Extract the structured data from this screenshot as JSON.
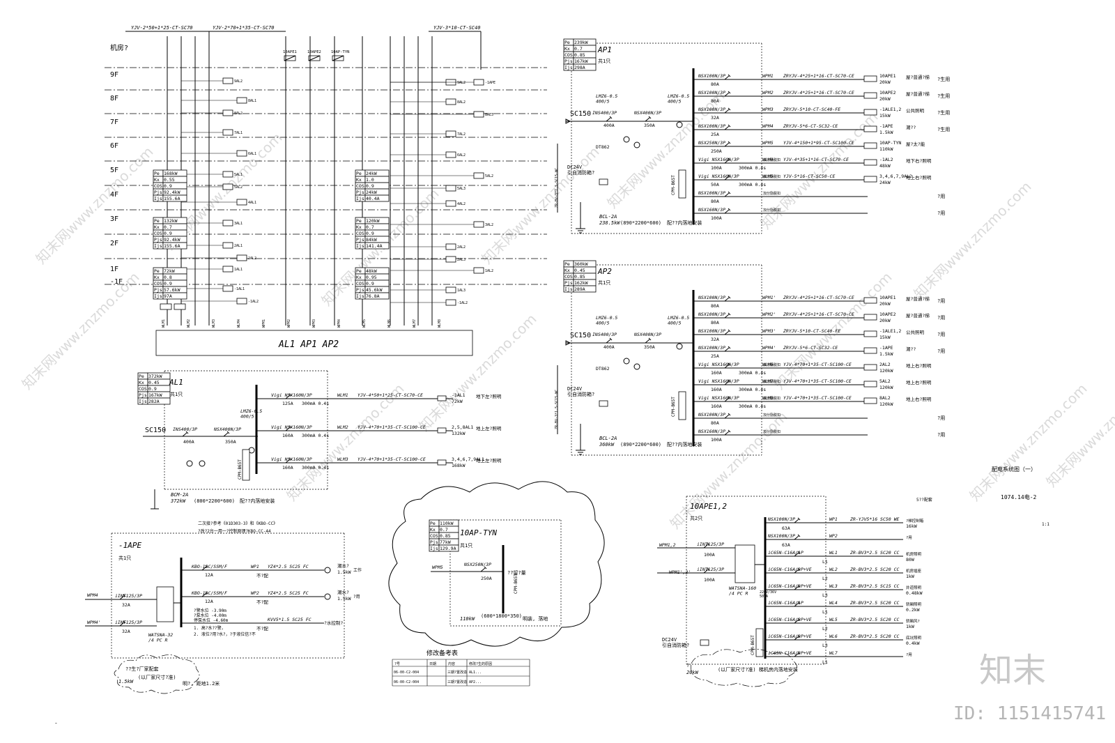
{
  "riser": {
    "floors": [
      "机房?",
      "9F",
      "8F",
      "7F",
      "6F",
      "5F",
      "4F",
      "3F",
      "2F",
      "1F",
      "-1F"
    ],
    "top_cables": [
      "YJV-2*50+1*25-CT-SC70",
      "YJV-2*70+1*35-CT-SC70",
      "YJV-3*10-CT-SC40"
    ],
    "top_targets": [
      "10APE1",
      "10APE2",
      "10AP-TYN"
    ],
    "bus_label": "AL1   AP1   AP2",
    "left_calc_5f": [
      [
        "Pe",
        "168kW"
      ],
      [
        "Kx",
        "0.55"
      ],
      [
        "COS",
        "0.9"
      ],
      [
        "Pjs",
        "92.4kW"
      ],
      [
        "Ijs",
        "155.6A"
      ]
    ],
    "left_calc_3f": [
      [
        "Pe",
        "132kW"
      ],
      [
        "Kx",
        "0.7"
      ],
      [
        "COS",
        "0.9"
      ],
      [
        "Pjs",
        "92.4kW"
      ],
      [
        "Ijs",
        "155.6A"
      ]
    ],
    "left_calc_1f": [
      [
        "Pe",
        "72kW"
      ],
      [
        "Kx",
        "0.8"
      ],
      [
        "COS",
        "0.9"
      ],
      [
        "Pjs",
        "57.6kW"
      ],
      [
        "Ijs",
        "97A"
      ]
    ],
    "right_calc_5f": [
      [
        "Pe",
        "24kW"
      ],
      [
        "Kx",
        "1.0"
      ],
      [
        "COS",
        "0.9"
      ],
      [
        "Pjs",
        "24kW"
      ],
      [
        "Ijs",
        "40.4A"
      ]
    ],
    "right_calc_3f": [
      [
        "Pe",
        "120kW"
      ],
      [
        "Kx",
        "0.7"
      ],
      [
        "COS",
        "0.9"
      ],
      [
        "Pjs",
        "84kW"
      ],
      [
        "Ijs",
        "141.4A"
      ]
    ],
    "right_calc_1f": [
      [
        "Pe",
        "48kW"
      ],
      [
        "Kx",
        "0.95"
      ],
      [
        "COS",
        "0.9"
      ],
      [
        "Pjs",
        "45.6kW"
      ],
      [
        "Ijs",
        "76.8A"
      ]
    ],
    "left_boxes": [
      "9AL2",
      "8AL1",
      "8AL2",
      "7AL1",
      "6AL1",
      "5AL1",
      "5AL2",
      "4AL1",
      "3AL1",
      "2AL1",
      "2AL2",
      "1AL1",
      "-1AL1",
      "-1AL2"
    ],
    "right_boxes": [
      "9AL2",
      "8AL2",
      "8AL3",
      "7AL2",
      "6AL2",
      "5AL2",
      "5AL3",
      "4AL2",
      "3AL2",
      "2AL2",
      "2AL3",
      "1AL2",
      "1AL3",
      "-1AL2",
      "-1APE"
    ],
    "feeder_tags": [
      "WLM1",
      "WLM2",
      "WLM3",
      "WLM4",
      "WPM1",
      "WPM2",
      "WPM3",
      "WPM4",
      "WLM5",
      "WLM6",
      "WLM7",
      "WLM8"
    ]
  },
  "ap1": {
    "title": "AP1",
    "qty": "共1只",
    "calc": [
      [
        "Pe",
        "239kW"
      ],
      [
        "Kx",
        "0.7"
      ],
      [
        "COS",
        "0.85"
      ],
      [
        "Pjs",
        "167kW"
      ],
      [
        "Ijs",
        "298A"
      ]
    ],
    "incomer": "SC150",
    "ct": "LMZ6-0.5\n400/5",
    "main_sw": "INS400/3P",
    "main_sw_rating": "400A",
    "main_cb": "NSX400N/3P",
    "main_cb_rating": "350A",
    "meter": "DT862",
    "fire_sig": "DC24V\n引自消防箱?",
    "cabinet": "BCL-2A",
    "cabinet_power": "238.5kW",
    "cabinet_size": "(890*2200*600)",
    "install": "配??内落地安装",
    "spd": "CPM-B65T",
    "circuits": [
      {
        "cb": "NSX100N/3P",
        "rating": "80A",
        "tag": "WPM1",
        "cable": "ZRYJV-4*25+1*16-CT-SC70-CE",
        "target": "10APE1",
        "kw": "20kW",
        "note": "屋?普通?梯",
        "use": "?生用"
      },
      {
        "cb": "NSX100N/3P",
        "rating": "80A",
        "tag": "WPM2",
        "cable": "ZRYJV-4*25+1*16-CT-SC70-CE",
        "target": "10APE2",
        "kw": "20kW",
        "note": "屋?普通?梯",
        "use": "?生用"
      },
      {
        "cb": "NSX100N/3P",
        "rating": "32A",
        "tag": "WPM3",
        "cable": "ZRYJV-5*10-CT-SC40-FE",
        "target": "-1ALE1,2",
        "kw": "15kW",
        "note": "公共照明",
        "use": "?生用"
      },
      {
        "cb": "NSX100N/3P",
        "rating": "25A",
        "tag": "WPM4",
        "cable": "ZRYJV-5*6-CT-SC32-CE",
        "target": "-1APE",
        "kw": "1.5kW",
        "note": "潮??",
        "use": "?生用"
      },
      {
        "cb": "NSX250N/3P",
        "rating": "250A",
        "tag": "WPM5",
        "cable": "YJV-4*150+1*95-CT-SC100-CE",
        "target": "10AP-TYN",
        "kw": "110kW",
        "note": "屋?太?能",
        "use": ""
      },
      {
        "cb": "Vigi NSX160N/3P",
        "rating": "100A",
        "tag": "WLM4",
        "cable": "YJV-4*35+1*16-CT-SC70-CE",
        "target": "-1AL2",
        "kw": "48kW",
        "note": "地下右?照明",
        "use": ""
      },
      {
        "cb": "Vigi NSX160N/3P",
        "rating": "50A",
        "tag": "WLM5",
        "cable": "YJV-5*16-CT-SC50-CE",
        "target": "3,4,6,7,9AL2",
        "kw": "24kW",
        "note": "地上右?照明",
        "use": ""
      },
      {
        "cb": "NSX100N/3P",
        "rating": "80A",
        "tag": "",
        "cable": "",
        "target": "",
        "kw": "",
        "note": "",
        "use": "?用"
      },
      {
        "cb": "NSX160N/3P",
        "rating": "100A",
        "tag": "",
        "cable": "",
        "target": "",
        "kw": "",
        "note": "",
        "use": "?用"
      }
    ],
    "rcd": "300mA  0.4s",
    "shunt": "加分励脱扣"
  },
  "ap2": {
    "title": "AP2",
    "qty": "共1只",
    "calc": [
      [
        "Pe",
        "360kW"
      ],
      [
        "Kx",
        "0.45"
      ],
      [
        "COS",
        "0.85"
      ],
      [
        "Pjs",
        "162kW"
      ],
      [
        "Ijs",
        "289A"
      ]
    ],
    "incomer": "SC150",
    "ct": "LMZ6-0.5\n400/5",
    "main_sw": "INS400/3P",
    "main_sw_rating": "400A",
    "main_cb": "NSX400N/3P",
    "main_cb_rating": "350A",
    "meter": "DT862",
    "fire_sig": "DC24V\n引自消防箱?",
    "cabinet": "BCL-2A",
    "cabinet_power": "360kW",
    "cabinet_size": "(890*2200*600)",
    "install": "配??内落地安装",
    "spd": "CPM-B65T",
    "circuits": [
      {
        "cb": "NSX100N/3P",
        "rating": "80A",
        "tag": "WPM1'",
        "cable": "ZRYJV-4*25+1*16-CT-SC70-CE",
        "target": "10APE1",
        "kw": "20kW",
        "note": "屋?普通?梯",
        "use": "?用"
      },
      {
        "cb": "NSX100N/3P",
        "rating": "80A",
        "tag": "WPM2'",
        "cable": "ZRYJV-4*25+1*16-CT-SC70-CE",
        "target": "10APE2",
        "kw": "20kW",
        "note": "屋?普通?梯",
        "use": "?用"
      },
      {
        "cb": "NSX100N/3P",
        "rating": "32A",
        "tag": "WPM3'",
        "cable": "ZRYJV-5*10-CT-SC40-FE",
        "target": "-1ALE1,2",
        "kw": "15kW",
        "note": "公共照明",
        "use": "?用"
      },
      {
        "cb": "NSX100N/3P",
        "rating": "25A",
        "tag": "WPM4'",
        "cable": "ZRYJV-5*6-CT-SC32-CE",
        "target": "-1APE",
        "kw": "1.5kW",
        "note": "潮??",
        "use": "?用"
      },
      {
        "cb": "Vigi NSX160N/3P",
        "rating": "160A",
        "tag": "WLM6",
        "cable": "YJV-4*70+1*35-CT-SC100-CE",
        "target": "2AL2",
        "kw": "120kW",
        "note": "地上右?照明",
        "use": ""
      },
      {
        "cb": "Vigi NSX160N/3P",
        "rating": "160A",
        "tag": "WLM7",
        "cable": "YJV-4*70+1*35-CT-SC100-CE",
        "target": "5AL2",
        "kw": "120kW",
        "note": "地上右?照明",
        "use": ""
      },
      {
        "cb": "Vigi NSX160N/3P",
        "rating": "160A",
        "tag": "WLM8",
        "cable": "YJV-4*70+1*35-CT-SC100-CE",
        "target": "8AL2",
        "kw": "120kW",
        "note": "地上右?照明",
        "use": ""
      },
      {
        "cb": "NSX100N/3P",
        "rating": "80A",
        "tag": "",
        "cable": "",
        "target": "",
        "kw": "",
        "note": "",
        "use": "?用"
      },
      {
        "cb": "NSX160N/3P",
        "rating": "100A",
        "tag": "",
        "cable": "",
        "target": "",
        "kw": "",
        "note": "",
        "use": "?用"
      }
    ],
    "rcd": "300mA  0.4s",
    "shunt": "加分励脱扣"
  },
  "al1": {
    "title": "AL1",
    "qty": "共1只",
    "calc": [
      [
        "Pe",
        "372kW"
      ],
      [
        "Kx",
        "0.45"
      ],
      [
        "COS",
        "0.9"
      ],
      [
        "Pjs",
        "167kW"
      ],
      [
        "Ijs",
        "282A"
      ]
    ],
    "incomer": "SC150",
    "ct": "LMZ6-0.5\n400/5",
    "main_sw": "INS400/3P",
    "main_sw_rating": "400A",
    "main_cb": "NSX400N/3P",
    "main_cb_rating": "350A",
    "spd": "CPM-B65T",
    "cabinet": "BCM-2A",
    "cabinet_power": "372kW",
    "cabinet_size": "(800*2200*600)",
    "install": "配??内落地安装",
    "rcd": "300mA  0.4s",
    "circuits": [
      {
        "cb": "Vigi NSX160N/3P",
        "rating": "125A",
        "tag": "WLM1",
        "cable": "YJV-4*50+1*25-CT-SC70-CE",
        "target": "-1AL1",
        "kw": "72kW",
        "note": "地下左?照明"
      },
      {
        "cb": "Vigi NSX160N/3P",
        "rating": "160A",
        "tag": "WLM2",
        "cable": "YJV-4*70+1*35-CT-SC100-CE",
        "target": "2,5,8AL1",
        "kw": "132kW",
        "note": "地上左?照明"
      },
      {
        "cb": "Vigi NSX160N/3P",
        "rating": "160A",
        "tag": "WLM3",
        "cable": "YJV-4*70+1*35-CT-SC100-CE",
        "target": "3,4,6,7,9AL1",
        "kw": "168kW",
        "note": "地上左?照明"
      }
    ]
  },
  "ape": {
    "title": "-1APE",
    "qty": "共1只",
    "feeders_in": [
      "WPM4",
      "WPM4'"
    ],
    "in_cb": "iINT125/3P",
    "in_rating": "32A",
    "ats": "WATSNA-32\n/4 PC R",
    "top_notes": [
      "二次接?参考《01D303-3》和《KBO-CC》",
      "?改?2台一用一?控制原理?KBO-CC-44"
    ],
    "circuits": [
      {
        "cb": "KBO-12C/SSM/F",
        "rating": "12A",
        "tag": "WP1",
        "cable": "YZ4*2.5  SC25  FC",
        "kw": "1.5kW",
        "note": "潮水?",
        "use": "工作"
      },
      {
        "cb": "KBO-12C/SSM/F",
        "rating": "12A",
        "tag": "WP2",
        "cable": "YZ4*2.5  SC25  FC",
        "kw": "1.5kW",
        "note": "潮水?",
        "use": "?用"
      },
      {
        "cb": "",
        "rating": "",
        "tag": "",
        "cable": "KVV5*1.5  SC25  FC",
        "kw": "",
        "note": "?水控制?",
        "use": ""
      }
    ],
    "levels": [
      "?警水位   -3.90m",
      "?泵水位   -4.00m",
      "停泵水位   -4.60m"
    ],
    "notes": [
      "1. 高?水??警，",
      "2. 液位?用?水?，?于液位信?不"
    ],
    "cloud_text": [
      "??生?厂家配套",
      "(以厂家尺寸?准)"
    ],
    "power": "1.5kW",
    "install": "明?, 距地1.2米"
  },
  "tyn": {
    "title": "10AP-TYN",
    "qty": "共1只",
    "calc": [
      [
        "Pe",
        "110kW"
      ],
      [
        "Kx",
        "0.7"
      ],
      [
        "COS",
        "0.85"
      ],
      [
        "Pjs",
        "77kW"
      ],
      [
        "Ijs",
        "129.9A"
      ]
    ],
    "feeder": "WPM5",
    "cb": "NSX250N/3P",
    "rating": "250A",
    "note": "??留?量",
    "power": "110kW",
    "size": "(600*1800*350)",
    "install": "明装, 落地",
    "spd": "CPM-B65T"
  },
  "ape12": {
    "title": "10APE1,2",
    "qty": "共2只",
    "feeders_in": [
      "WPM1,2",
      "WPM1',2'"
    ],
    "in_cb": "iINT125/3P",
    "in_rating": "100A",
    "ats": "WATSNA-160\n/4 PC R",
    "fire_sig": "DC24V\n引自消防箱?",
    "spd": "CPM-B65T",
    "install": "(以厂家尺寸?准) 梯机房内落地安装",
    "power": "20kW",
    "header_note": "5??配套",
    "circuits": [
      {
        "cb": "NSX100N/3P",
        "rating": "63A",
        "tag": "WP1",
        "cable": "ZR-YJV5*16  SC50  WE",
        "load": "?梯控制箱",
        "kw": "16kW",
        "phase": ""
      },
      {
        "cb": "NSX100N/3P",
        "rating": "63A",
        "tag": "WP2",
        "cable": "",
        "load": "?用",
        "kw": "",
        "phase": ""
      },
      {
        "cb": "iC65N-C16A/1P",
        "rating": "",
        "tag": "WL1",
        "cable": "ZR-BV3*2.5  SC20  CC",
        "load": "机房照明",
        "kw": "80W",
        "phase": "L1"
      },
      {
        "cb": "iC65N-C16A/2P+VE",
        "rating": "",
        "tag": "WL2",
        "cable": "ZR-BV3*2.5  SC20  CC",
        "load": "机房插座",
        "kw": "1kW",
        "phase": "L2"
      },
      {
        "cb": "iC65N-C16A/2P+VE",
        "rating": "",
        "tag": "WL3",
        "cable": "ZR-BV3*2.5  SC15  CC",
        "load": "井道照明",
        "kw": "0.48kW",
        "phase": "L3"
      },
      {
        "cb": "iC65N-C16A/1P",
        "rating": "",
        "tag": "WL4",
        "cable": "ZR-BV3*2.5  SC20  CC",
        "load": "轿厢照明",
        "kw": "0.2kW",
        "phase": "L1"
      },
      {
        "cb": "iC65N-C16A/2P+VE",
        "rating": "",
        "tag": "WL5",
        "cable": "ZR-BV3*2.5  SC20  CC",
        "load": "轿厢风?",
        "kw": "1kW",
        "phase": "L2"
      },
      {
        "cb": "iC65N-C16A/2P+VE",
        "rating": "",
        "tag": "WL6",
        "cable": "ZR-BV3*2.5  SC20  CC",
        "load": "底坑照明",
        "kw": "0.4kW",
        "phase": "L3"
      },
      {
        "cb": "iC65N-C16A/2P+VE",
        "rating": "",
        "tag": "WL7",
        "cable": "",
        "load": "?用",
        "kw": "",
        "phase": "L1"
      }
    ],
    "transformer": "220V/36V\n50VA"
  },
  "revision": {
    "title": "修改备考表",
    "headers": [
      "?号",
      "日期",
      "内容",
      "修改?生的原因"
    ],
    "rows": [
      [
        "06-00-C2-004",
        "",
        "三期?置改造 AL1...",
        ""
      ],
      [
        "06-00-C2-004",
        "",
        "三期?置改造 AP2...",
        ""
      ]
    ]
  },
  "title_block": {
    "drawing_title": "配电系统图（一）",
    "drawing_no": "1074.14电-2",
    "scale": "1:1"
  },
  "watermarks": [
    "知末网www.znzmo.com"
  ],
  "branding": {
    "logo": "知末",
    "id": "ID: 1151415741"
  }
}
